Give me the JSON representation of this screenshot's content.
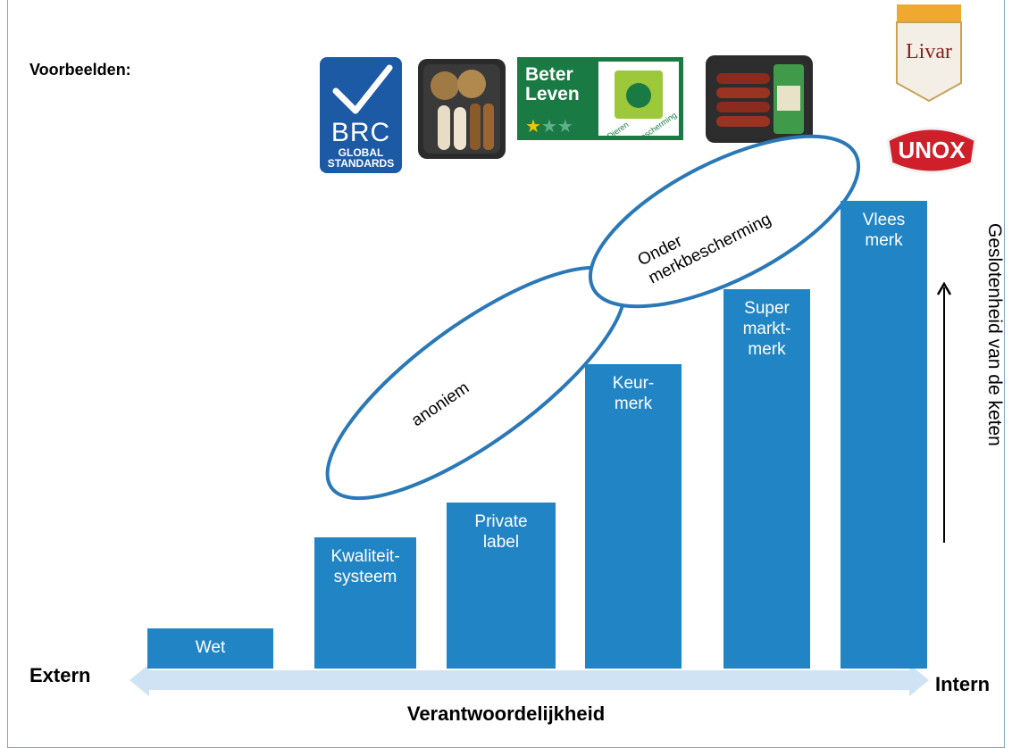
{
  "heading": "Voorbeelden:",
  "bars": [
    {
      "id": "wet",
      "label": "Wet",
      "level": 1
    },
    {
      "id": "kwaliteitsysteem",
      "label": "Kwaliteit-\nsysteem",
      "level": 2
    },
    {
      "id": "private-label",
      "label": "Private\nlabel",
      "level": 3
    },
    {
      "id": "keurmerk",
      "label": "Keur-\nmerk",
      "level": 4
    },
    {
      "id": "supermarktmerk",
      "label": "Super\nmarkt-\nmerk",
      "level": 5
    },
    {
      "id": "vleesmerk",
      "label": "Vlees\nmerk",
      "level": 6
    }
  ],
  "ellipses": {
    "anoniem": "anoniem",
    "onder_line1": "Onder",
    "onder_line2": "merkbescherming"
  },
  "axis": {
    "left": "Extern",
    "right": "Intern",
    "bottom": "Verantwoordelijkheid",
    "vertical": "Geslotenheid van de keten"
  },
  "logos": {
    "brc_line1": "BRC",
    "brc_line2": "GLOBAL",
    "brc_line3": "STANDARDS",
    "beter_line1": "Beter",
    "beter_line2": "Leven",
    "beter_stars": "★★★",
    "dieren": "Dieren",
    "bescherming": "bescherming",
    "livar": "Livar",
    "unox": "UNOX"
  },
  "colors": {
    "bar": "#2185c5",
    "arrow": "#cfe3f5",
    "ellipse_stroke": "#2b78b7"
  }
}
